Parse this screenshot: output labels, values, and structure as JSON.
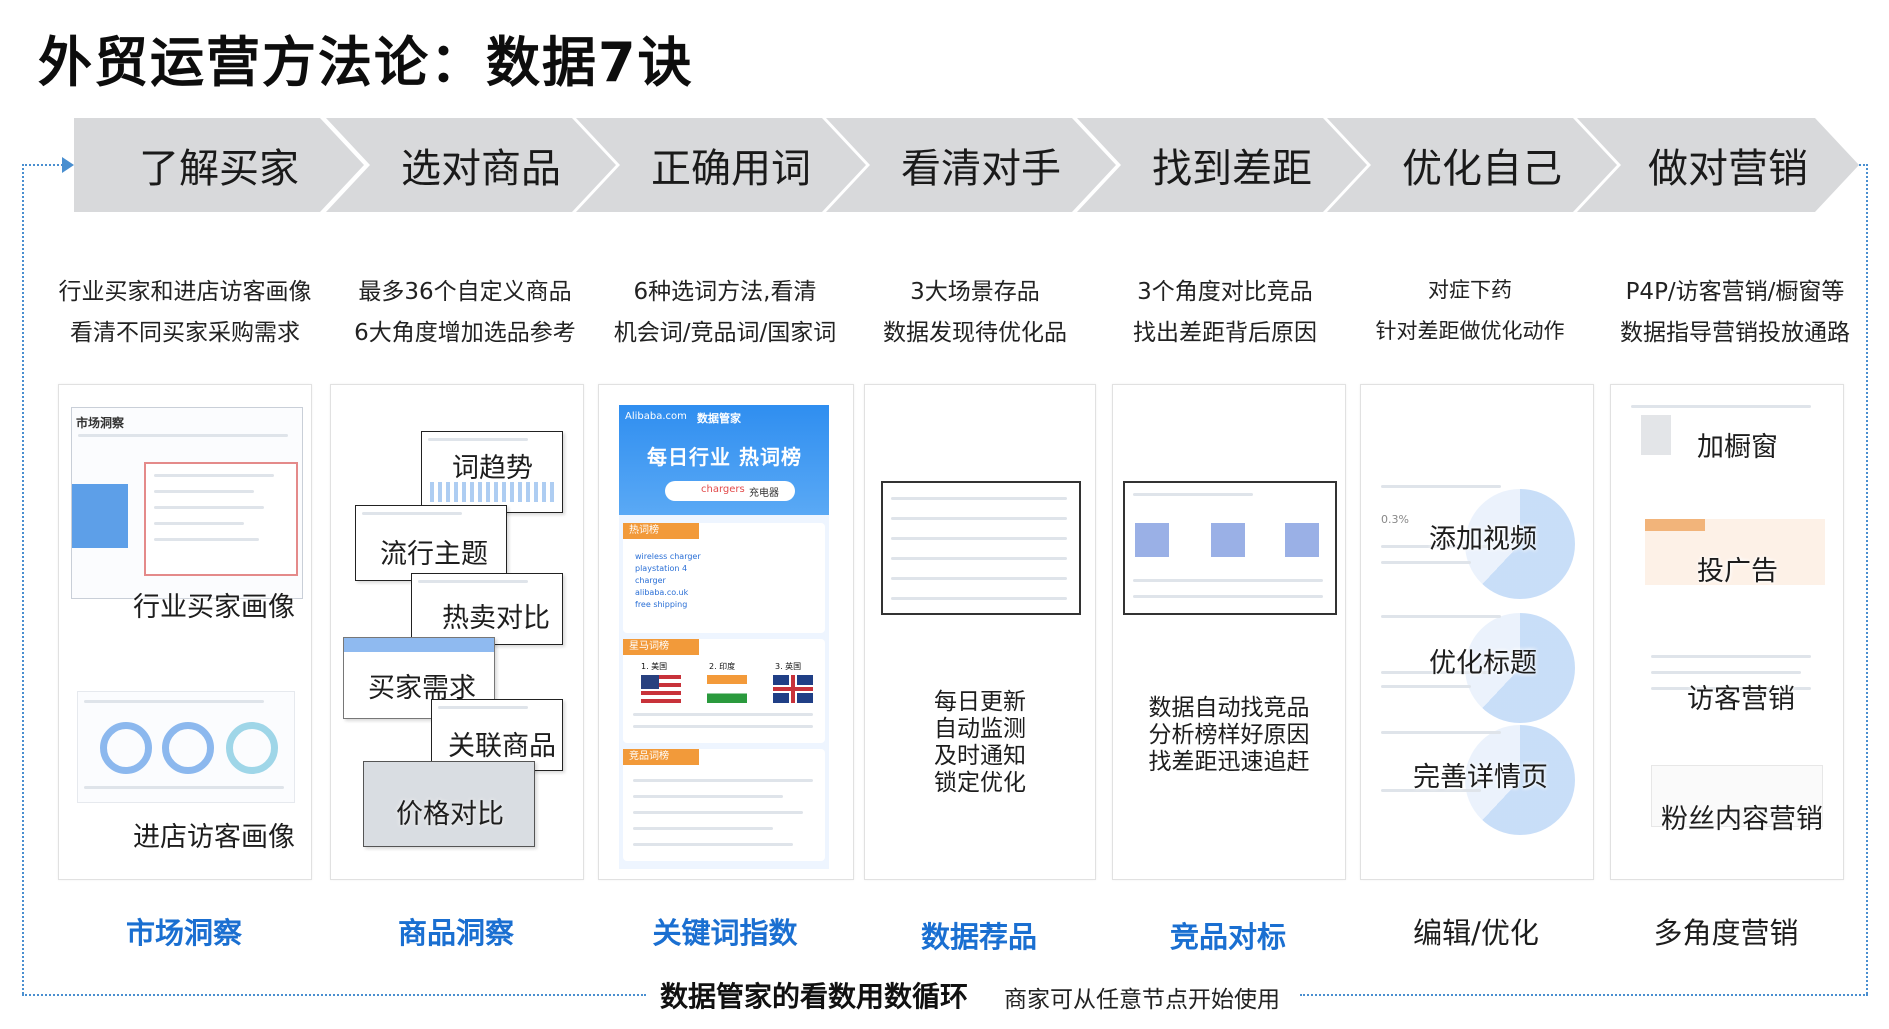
{
  "title": "外贸运营方法论：数据7诀",
  "steps": [
    {
      "label": "了解买家",
      "desc": [
        "行业买家和进店访客画像",
        "看清不同买家采购需求"
      ],
      "bottom": "市场洞察"
    },
    {
      "label": "选对商品",
      "desc": [
        "最多36个自定义商品",
        "6大角度增加选品参考"
      ],
      "bottom": "商品洞察"
    },
    {
      "label": "正确用词",
      "desc": [
        "6种选词方法,看清",
        "机会词/竞品词/国家词"
      ],
      "bottom": "关键词指数"
    },
    {
      "label": "看清对手",
      "desc": [
        "3大场景存品",
        "数据发现待优化品"
      ],
      "bottom": "数据荐品"
    },
    {
      "label": "找到差距",
      "desc": [
        "3个角度对比竞品",
        "找出差距背后原因"
      ],
      "bottom": "竞品对标"
    },
    {
      "label": "优化自己",
      "desc": [
        "对症下药",
        "针对差距做优化动作"
      ],
      "bottom": "编辑/优化"
    },
    {
      "label": "做对营销",
      "desc": [
        "P4P/访客营销/橱窗等",
        "数据指导营销投放通路"
      ],
      "bottom": "多角度营销"
    }
  ],
  "panel1": {
    "header": "市场洞察",
    "cap1": "行业买家画像",
    "cap2": "进店访客画像"
  },
  "panel2": {
    "captions": [
      "词趋势",
      "流行主题",
      "热卖对比",
      "买家需求",
      "关联商品",
      "价格对比"
    ]
  },
  "panel3": {
    "brand": "Alibaba.com",
    "app": "数据管家",
    "banner": "每日行业 热词榜",
    "keyword_en": "chargers",
    "keyword_cn": "充电器",
    "sections": [
      "热词榜",
      "星马词榜",
      "竞品词榜"
    ],
    "hot_words": [
      "wireless charger",
      "playstation 4",
      "charger",
      "alibaba.co.uk",
      "free shipping"
    ],
    "country_labels": [
      "1. 美国",
      "2. 印度",
      "3. 英国"
    ]
  },
  "panel4": {
    "lines": [
      "每日更新",
      "自动监测",
      "及时通知",
      "锁定优化"
    ]
  },
  "panel5": {
    "lines": [
      "数据自动找竞品",
      "分析榜样好原因",
      "找差距迅速追赶"
    ]
  },
  "panel6": {
    "captions": [
      "添加视频",
      "优化标题",
      "完善详情页"
    ],
    "stat": "0.3%"
  },
  "panel7": {
    "captions": [
      "加橱窗",
      "投广告",
      "访客营销",
      "粉丝内容营销"
    ]
  },
  "footer": {
    "main": "数据管家的看数用数循环",
    "sub": "商家可从任意节点开始使用"
  },
  "colors": {
    "accent": "#1a6fd1",
    "chevron": "#d8d9db",
    "loop": "#4a8fd0"
  }
}
